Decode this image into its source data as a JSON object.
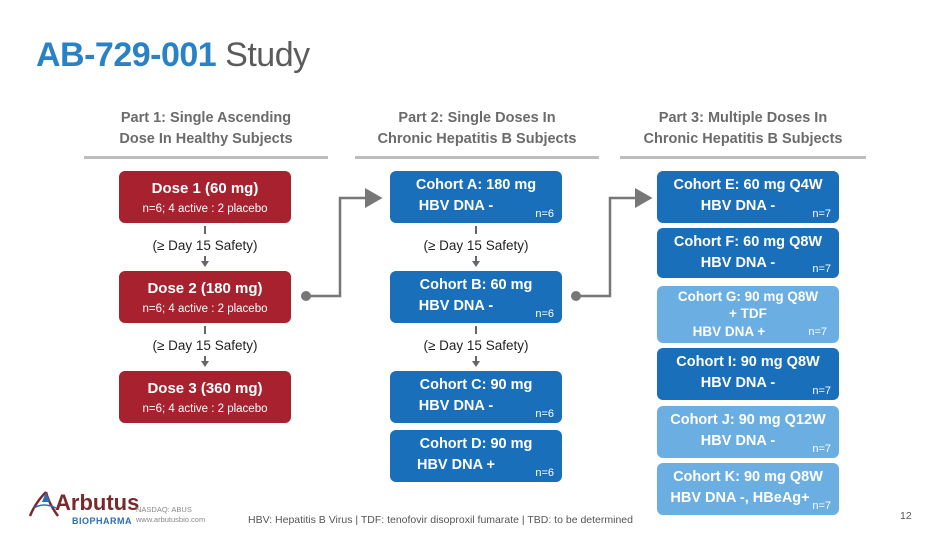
{
  "title": {
    "id": "AB-729-001",
    "rest": "Study"
  },
  "columns": [
    {
      "line1": "Part 1: Single Ascending",
      "line2": "Dose In Healthy Subjects"
    },
    {
      "line1": "Part 2:  Single Doses In",
      "line2": "Chronic Hepatitis B Subjects"
    },
    {
      "line1": "Part 3:  Multiple Doses In",
      "line2": "Chronic Hepatitis B Subjects"
    }
  ],
  "part1": [
    {
      "title": "Dose 1 (60 mg)",
      "detail": "n=6; 4 active : 2 placebo"
    },
    {
      "title": "Dose 2 (180 mg)",
      "detail": "n=6; 4 active : 2 placebo"
    },
    {
      "title": "Dose 3 (360 mg)",
      "detail": "n=6; 4 active : 2 placebo"
    }
  ],
  "part2": [
    {
      "l1": "Cohort A: 180 mg",
      "l2": "HBV DNA -",
      "n": "n=6"
    },
    {
      "l1": "Cohort B: 60 mg",
      "l2": "HBV DNA -",
      "n": "n=6"
    },
    {
      "l1": "Cohort C: 90 mg",
      "l2": "HBV DNA -",
      "n": "n=6"
    },
    {
      "l1": "Cohort D: 90 mg",
      "l2": "HBV DNA +",
      "n": "n=6"
    }
  ],
  "part3": [
    {
      "l1": "Cohort E: 60 mg Q4W",
      "l2": "HBV DNA -",
      "n": "n=7"
    },
    {
      "l1": "Cohort F: 60 mg Q8W",
      "l2": "HBV DNA -",
      "n": "n=7"
    },
    {
      "l1": "Cohort G: 90 mg Q8W",
      "l1b": "+ TDF",
      "l2": "HBV DNA +",
      "n": "n=7"
    },
    {
      "l1": "Cohort I: 90 mg Q8W",
      "l2": "HBV DNA -",
      "n": "n=7"
    },
    {
      "l1": "Cohort J: 90 mg Q12W",
      "l2": "HBV DNA -",
      "n": "n=7"
    },
    {
      "l1": "Cohort K: 90 mg Q8W",
      "l2": "HBV DNA -, HBeAg+",
      "n": "n=7"
    }
  ],
  "safety_label": "(≥ Day 15 Safety)",
  "colors": {
    "red": "#a8212e",
    "blue": "#1a6fba",
    "light_blue": "#6aaee2",
    "title_blue": "#2a82c6"
  },
  "footer": {
    "note": "HBV: Hepatitis B Virus | TDF: tenofovir disoproxil fumarate | TBD: to be determined",
    "page": "12",
    "logo_name": "Arbutus",
    "logo_sub": "BIOPHARMA",
    "nasdaq": "NASDAQ: ABUS",
    "website": "www.arbutusbio.com"
  }
}
